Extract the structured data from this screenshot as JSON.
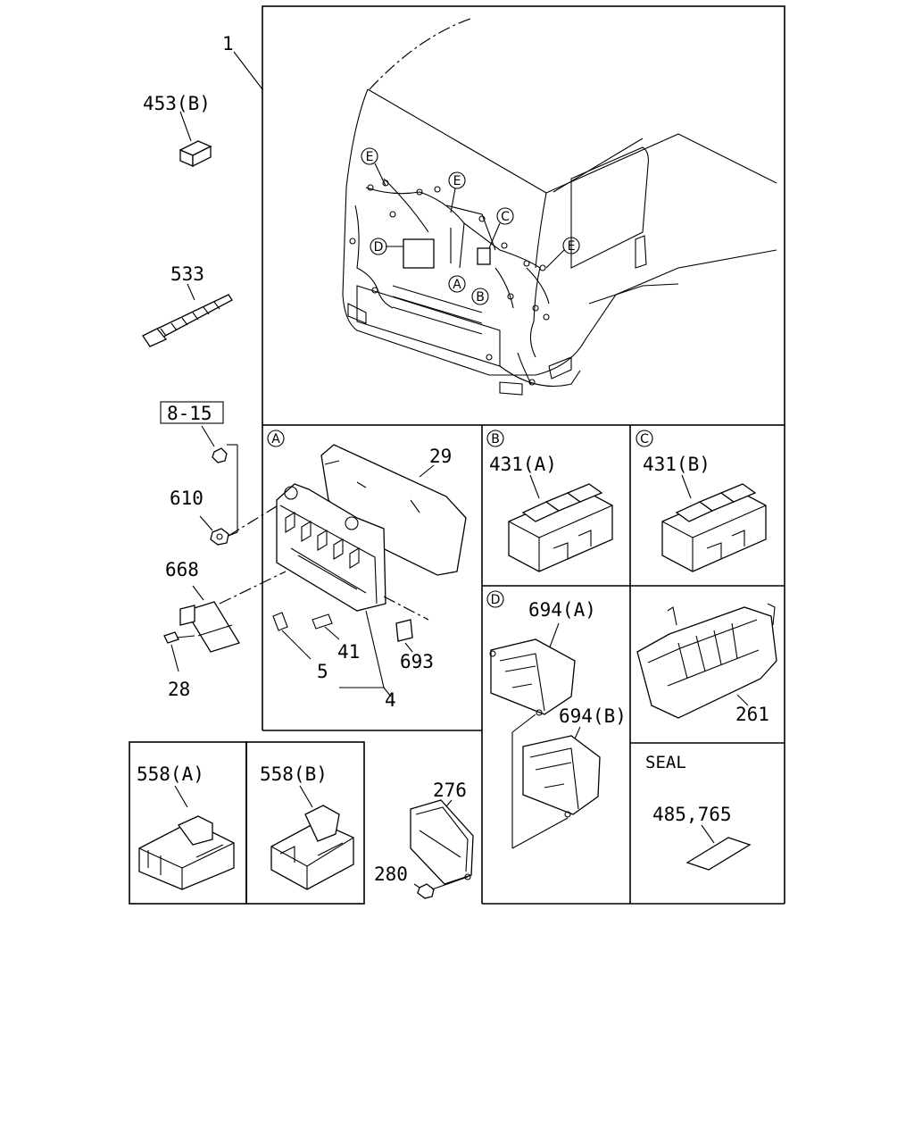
{
  "labels": {
    "n1": "1",
    "n453b": "453(B)",
    "n533": "533",
    "n815": "8-15",
    "n610": "610",
    "n668": "668",
    "n28": "28",
    "n29": "29",
    "n5": "5",
    "n41": "41",
    "n4": "4",
    "n693": "693",
    "n431a": "431(A)",
    "n431b": "431(B)",
    "n694a": "694(A)",
    "n694b": "694(B)",
    "n261": "261",
    "n558a": "558(A)",
    "n558b": "558(B)",
    "n276": "276",
    "n280": "280",
    "seal": "SEAL",
    "n485": "485,765"
  },
  "callouts": {
    "A": "A",
    "B": "B",
    "C": "C",
    "D": "D",
    "E": "E"
  }
}
